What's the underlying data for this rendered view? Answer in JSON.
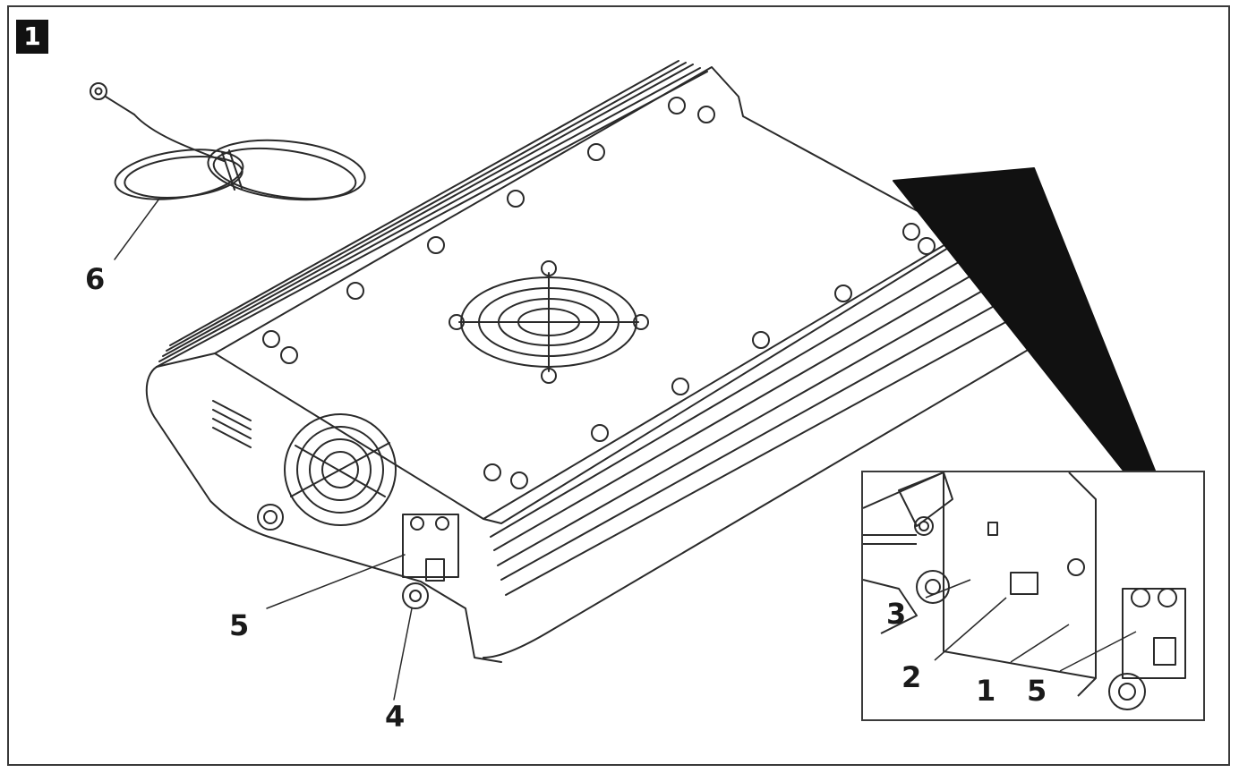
{
  "figure": {
    "number": "1"
  },
  "callouts": {
    "main": {
      "c6": "6",
      "c5": "5",
      "c4": "4"
    },
    "inset": {
      "c3": "3",
      "c2": "2",
      "c1": "1",
      "c5": "5"
    }
  },
  "colors": {
    "line": "#2a2a2a",
    "frame": "#3a3a3a",
    "badge": "#111111"
  }
}
